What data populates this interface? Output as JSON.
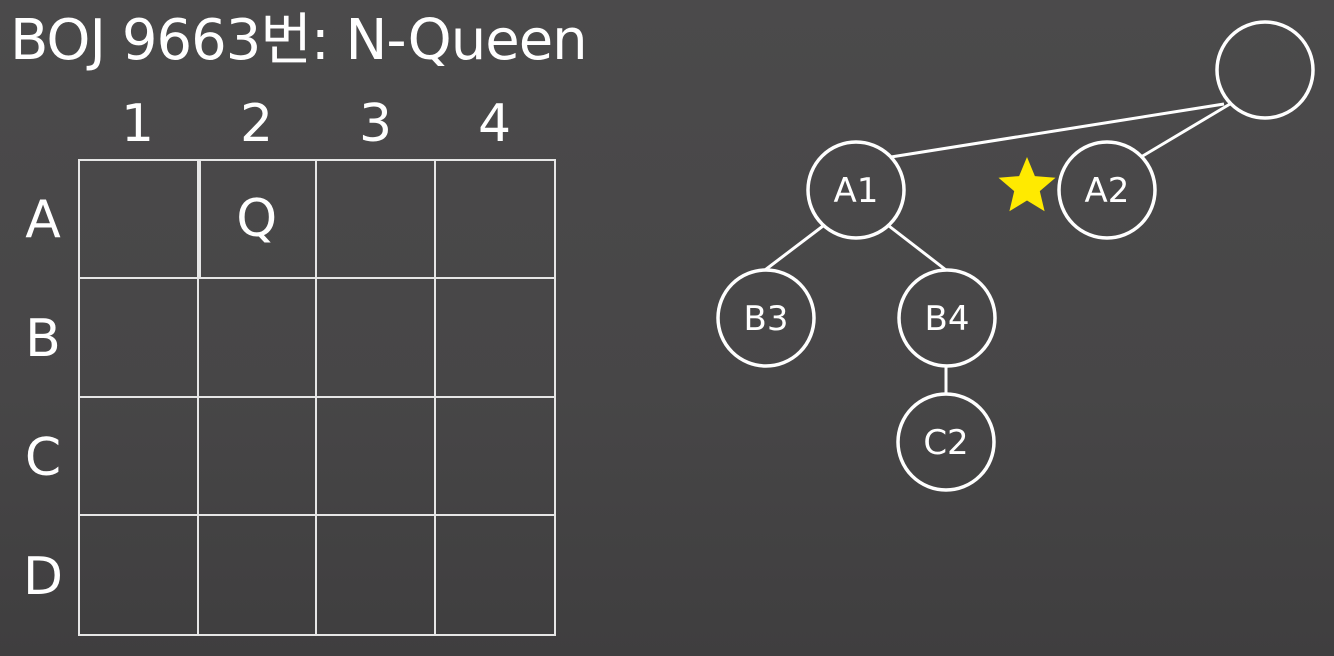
{
  "title": "BOJ 9663번: N-Queen",
  "board": {
    "columns": [
      "1",
      "2",
      "3",
      "4"
    ],
    "rows": [
      "A",
      "B",
      "C",
      "D"
    ],
    "cells": [
      [
        "",
        "Q",
        "",
        ""
      ],
      [
        "",
        "",
        "",
        ""
      ],
      [
        "",
        "",
        "",
        ""
      ],
      [
        "",
        "",
        "",
        ""
      ]
    ]
  },
  "tree": {
    "nodes": [
      {
        "id": "root",
        "label": ""
      },
      {
        "id": "A1",
        "label": "A1"
      },
      {
        "id": "A2",
        "label": "A2"
      },
      {
        "id": "B3",
        "label": "B3"
      },
      {
        "id": "B4",
        "label": "B4"
      },
      {
        "id": "C2",
        "label": "C2"
      }
    ],
    "edges": [
      [
        "root",
        "A1"
      ],
      [
        "root",
        "A2"
      ],
      [
        "A1",
        "B3"
      ],
      [
        "A1",
        "B4"
      ],
      [
        "B4",
        "C2"
      ]
    ],
    "marker": {
      "node": "A2",
      "icon": "star-icon",
      "color": "#ffea00"
    }
  }
}
